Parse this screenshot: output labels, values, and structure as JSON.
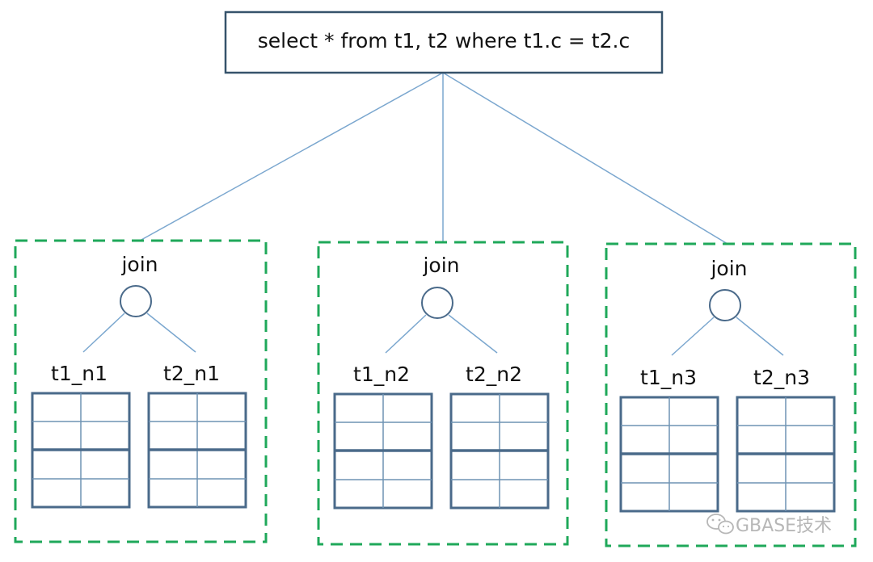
{
  "query": {
    "sql": "select * from t1, t2 where t1.c = t2.c"
  },
  "nodes": [
    {
      "join_label": "join",
      "tables": [
        {
          "name": "t1_n1"
        },
        {
          "name": "t2_n1"
        }
      ]
    },
    {
      "join_label": "join",
      "tables": [
        {
          "name": "t1_n2"
        },
        {
          "name": "t2_n2"
        }
      ]
    },
    {
      "join_label": "join",
      "tables": [
        {
          "name": "t1_n3"
        },
        {
          "name": "t2_n3"
        }
      ]
    }
  ],
  "watermark": {
    "text": "GBASE技术",
    "icon": "wechat-icon"
  },
  "colors": {
    "node_border": "#1fa85a",
    "connector": "#7ba7cf",
    "table_border": "#4a6a8a",
    "table_grid": "#6f93b4",
    "join_circle": "#4a6a8a",
    "query_border": "#36536b",
    "watermark": "#b7b7b7"
  }
}
